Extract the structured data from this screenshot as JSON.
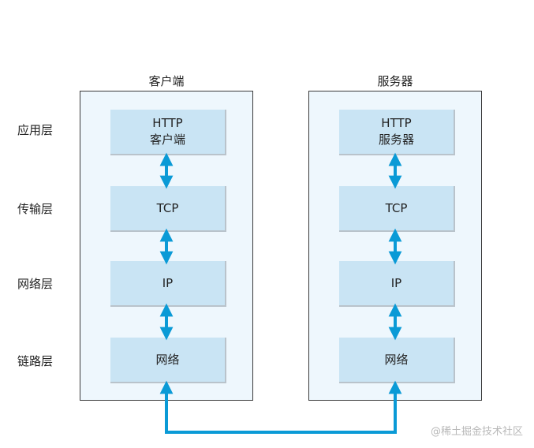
{
  "client": {
    "title": "客户端",
    "http_line1": "HTTP",
    "http_line2": "客户端",
    "tcp": "TCP",
    "ip": "IP",
    "link": "网络"
  },
  "server": {
    "title": "服务器",
    "http_line1": "HTTP",
    "http_line2": "服务器",
    "tcp": "TCP",
    "ip": "IP",
    "link": "网络"
  },
  "layers": {
    "application": "应用层",
    "transport": "传输层",
    "network": "网络层",
    "link": "链路层"
  },
  "colors": {
    "arrow": "#0a9ad6",
    "panel_bg": "#eef7fd",
    "box_bg": "#c9e4f4"
  },
  "watermark": "@稀土掘金技术社区"
}
